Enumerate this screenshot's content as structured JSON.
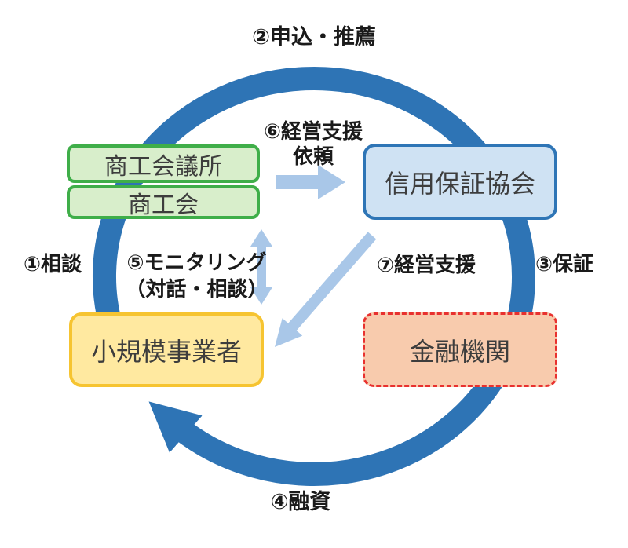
{
  "diagram": {
    "kind": "circular-flow-diagram",
    "nodes": {
      "chamber_of_commerce": {
        "label": "商工会議所"
      },
      "commerce_association": {
        "label": "商工会"
      },
      "credit_guarantee_association": {
        "label": "信用保証協会"
      },
      "small_business_operator": {
        "label": "小規模事業者"
      },
      "financial_institution": {
        "label": "金融機関"
      }
    },
    "flow_labels": {
      "step1": "①相談",
      "step2": "②申込・推薦",
      "step3": "③保証",
      "step4": "④融資",
      "step5_line1": "⑤モニタリング",
      "step5_line2": "（対話・相談）",
      "step6_line1": "⑥経営支援",
      "step6_line2": "依頼",
      "step7": "⑦経営支援"
    },
    "arrows": {
      "ring": "clockwise loop: 小規模事業者 → 商工会議所/商工会 → 信用保証協会 → 金融機関 → 小規模事業者",
      "step6_arrow": "right block arrow from 商工会/商工会議所 toward 信用保証協会",
      "step5_arrow": "vertical double-headed arrow between 商工会 and 小規模事業者",
      "step7_arrow": "diagonal arrow from 信用保証協会 toward 小規模事業者"
    }
  },
  "colors": {
    "ring_blue": "#2e74b5",
    "arrow_light_blue": "#a9c7e8",
    "green_fill": "#d8eecb",
    "green_border": "#3fae49",
    "blue_fill": "#cfe2f3",
    "blue_border": "#2e75b6",
    "yellow_fill": "#ffe9a0",
    "yellow_border": "#f6c431",
    "orange_fill": "#f8cbad",
    "red_border": "#e8312f",
    "label_text": "#1a1a1a",
    "node_text": "#3d3d3d",
    "background": "#ffffff"
  }
}
